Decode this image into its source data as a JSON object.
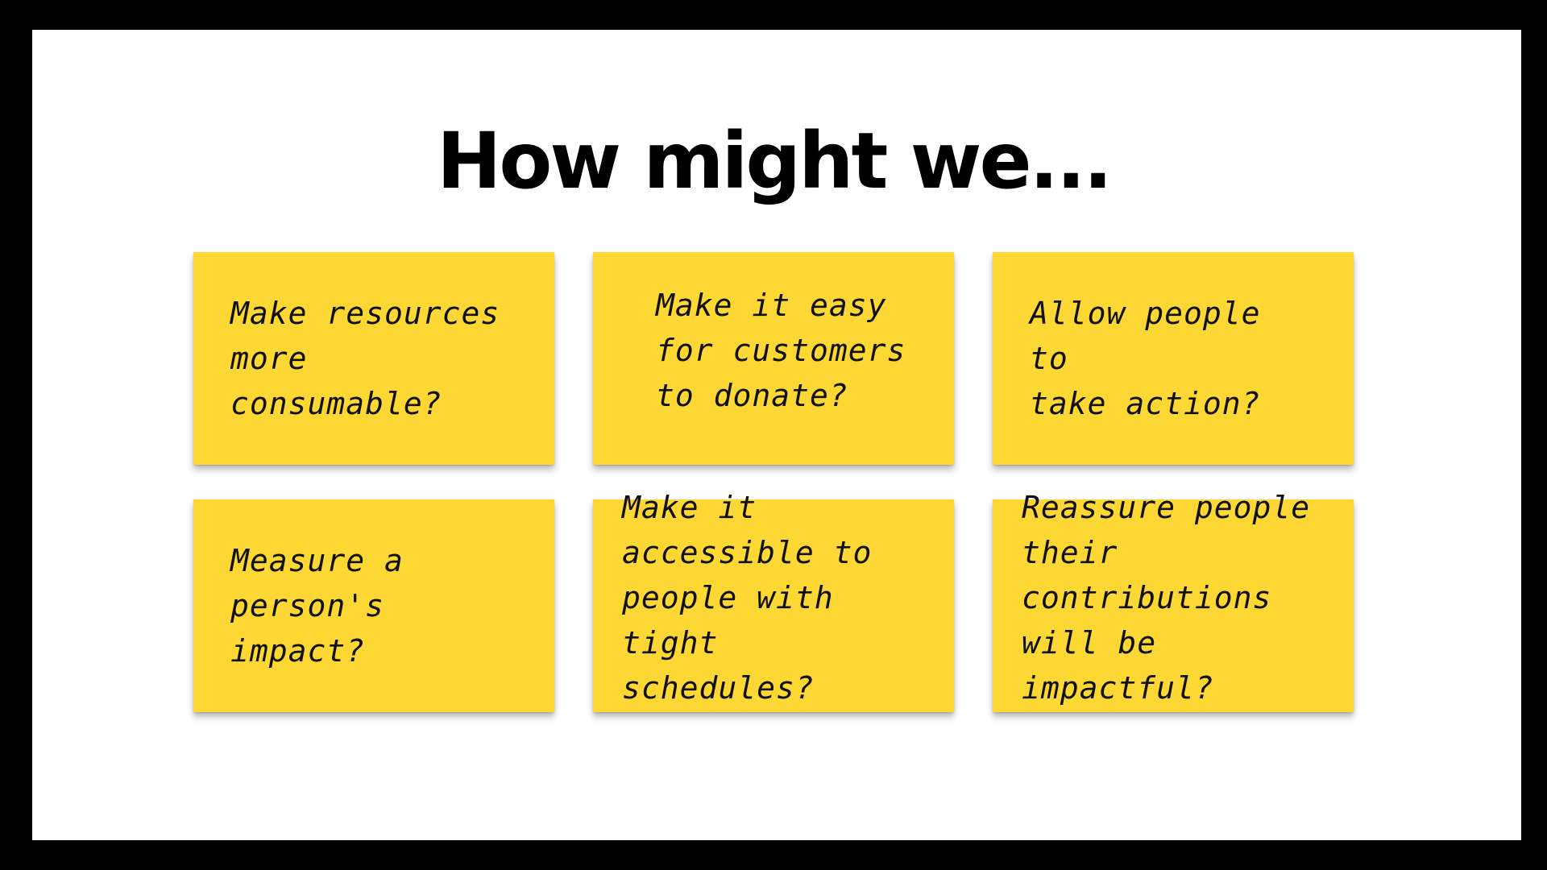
{
  "slide": {
    "title": "How might we...",
    "notes": [
      {
        "text": "Make resources\nmore consumable?"
      },
      {
        "text": "Make it easy\nfor customers\nto donate?"
      },
      {
        "text": "Allow people to\ntake action?"
      },
      {
        "text": "Measure a\nperson's impact?"
      },
      {
        "text": "Make it\naccessible to\npeople with tight\nschedules?"
      },
      {
        "text": "Reassure people\ntheir contributions\nwill be impactful?"
      }
    ],
    "colors": {
      "background": "#000000",
      "canvas": "#ffffff",
      "sticky_note": "#fdd835",
      "text": "#000000"
    }
  }
}
